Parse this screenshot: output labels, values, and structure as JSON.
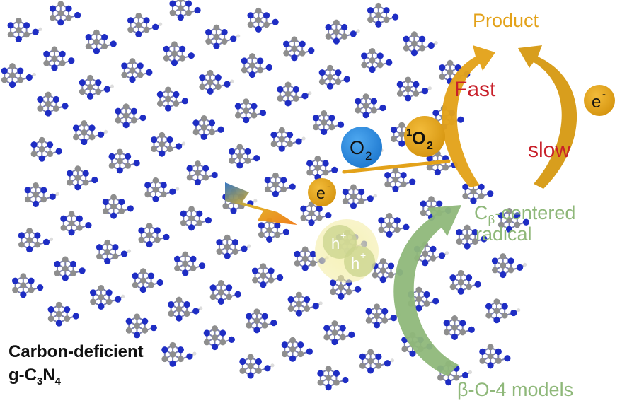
{
  "labels": {
    "product": "Product",
    "fast": "Fast",
    "slow": "slow",
    "electron": "e",
    "electron_sup": "-",
    "hole": "h",
    "hole_sup": "+",
    "oxygen": "O",
    "oxygen_sub": "2",
    "singlet_sup": "1",
    "singlet": "O",
    "singlet_sub": "2",
    "radical_c": "C",
    "radical_sub": "β",
    "radical_rest": "-centered",
    "radical_line2": "radical",
    "models": "β-O-4 models",
    "material_line1": "Carbon-deficient",
    "material_g": "g-C",
    "material_sub3": "3",
    "material_n": "N",
    "material_sub4": "4"
  },
  "colors": {
    "gold": "#E3A21A",
    "gold_dark": "#C9900F",
    "fast_slow": "#C8202A",
    "green": "#8FB87A",
    "o2_blue": "#2E8FDF",
    "nitrogen": "#1E2DC4",
    "carbon": "#8E8E8E",
    "hydrogen": "#DDDDDD"
  }
}
